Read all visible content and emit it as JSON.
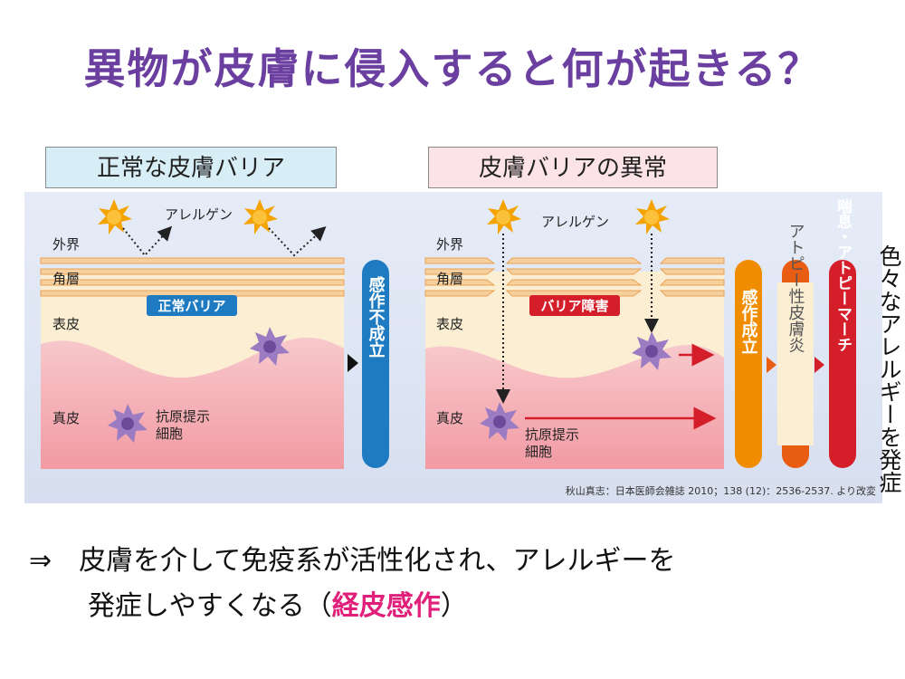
{
  "title": "異物が皮膚に侵入すると何が起きる？",
  "panel_left": {
    "header": "正常な皮膚バリア",
    "badge": "正常バリア",
    "allergen": "アレルゲン",
    "layers": [
      "外界",
      "角層",
      "表皮",
      "真皮"
    ],
    "cell_label": [
      "抗原提示",
      "細胞"
    ],
    "result_bar": "感作不成立"
  },
  "panel_right": {
    "header": "皮膚バリアの異常",
    "badge": "バリア障害",
    "allergen": "アレルゲン",
    "layers": [
      "外界",
      "角層",
      "表皮",
      "真皮"
    ],
    "cell_label": [
      "抗原提示",
      "細胞"
    ],
    "result_bars": [
      "感作成立",
      "アトピー性皮膚炎",
      "喘息・アトピーマーチ"
    ]
  },
  "right_vertical": "色々なアレルギーを発症",
  "citation": "秋山真志：日本医師会雑誌 2010；138 (12)：2536-2537. より改変",
  "bottom": {
    "line1": "⇒　皮膚を介して免疫系が活性化され、アレルギーを",
    "line2_before": "発症しやすくなる（",
    "line2_highlight": "経皮感作",
    "line2_after": "）"
  },
  "colors": {
    "title": "#6b3fa0",
    "bar_blue": "#1f7bc1",
    "bar_orange": "#f08c00",
    "bar_deep_orange": "#e85d12",
    "bar_red": "#d41f2b",
    "highlight": "#e0207a"
  }
}
